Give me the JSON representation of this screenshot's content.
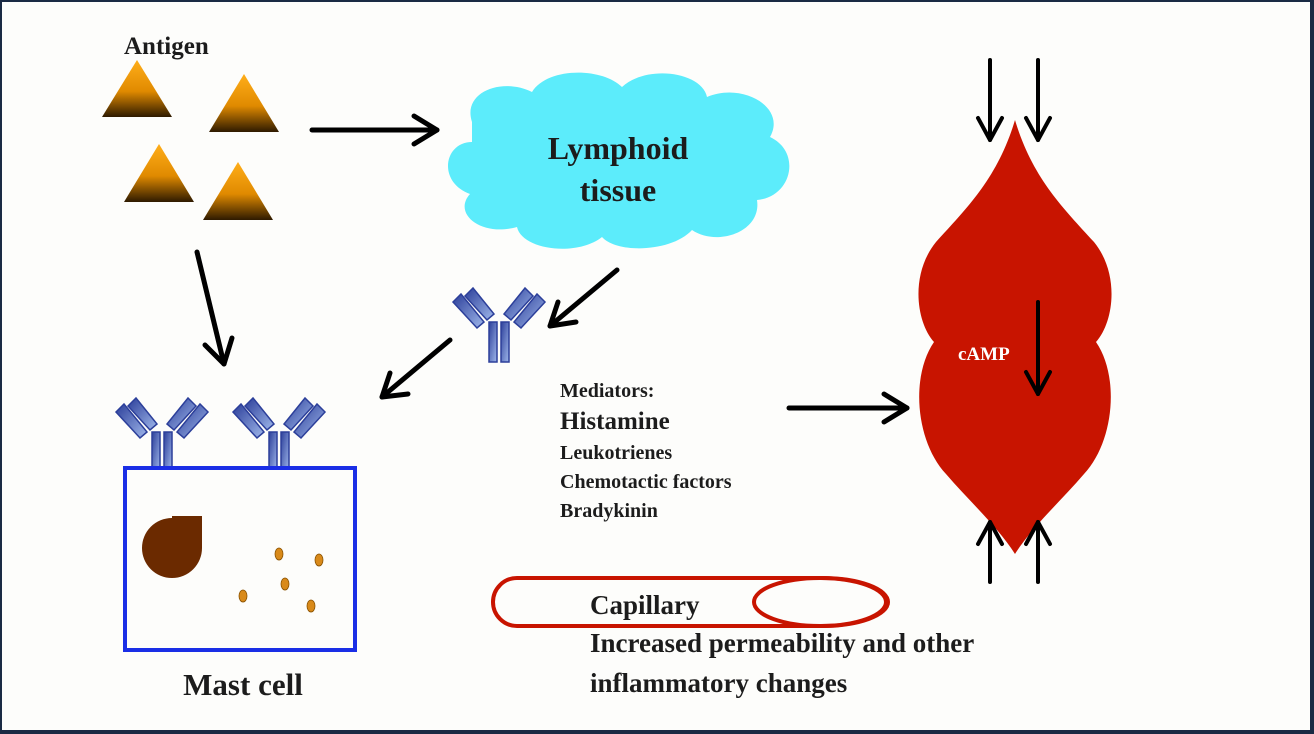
{
  "labels": {
    "antigen": "Antigen",
    "lymphoid_line1": "Lymphoid",
    "lymphoid_line2": "tissue",
    "mast_cell": "Mast cell",
    "camp": "cAMP",
    "capillary": "Capillary",
    "permeability_line1": "Increased permeability and other",
    "permeability_line2": "inflammatory changes"
  },
  "mediators": {
    "heading": "Mediators:",
    "items": [
      "Histamine",
      "Leukotrienes",
      "Chemotactic factors",
      "Bradykinin"
    ]
  },
  "colors": {
    "antigen": "#e08a00",
    "cloud": "#5cecfb",
    "antibody": "#4a63b8",
    "mast_cell_border": "#1a2ee6",
    "nucleus": "#6b2a00",
    "granule": "#d98a1a",
    "muscle": "#c81400",
    "capillary": "#c81400"
  }
}
